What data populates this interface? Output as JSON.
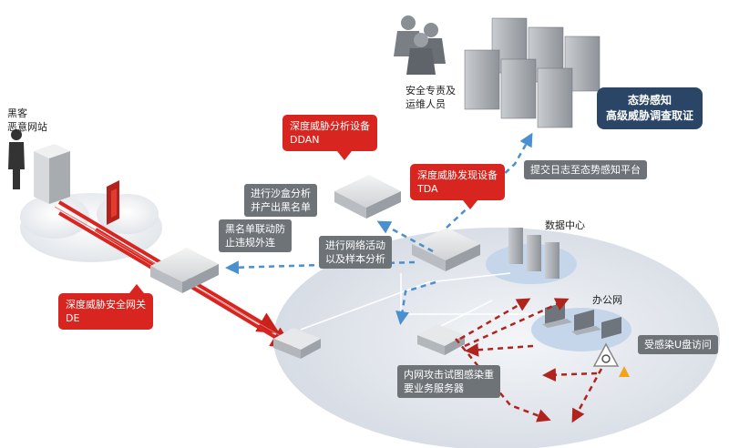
{
  "colors": {
    "red": "#d8251f",
    "navy": "#2a4565",
    "gray": "#6e7378",
    "blue_arrow": "#4a8fd0",
    "dark_red_arrow": "#b0241d"
  },
  "labels": {
    "hacker": [
      "黑客",
      "恶意网站"
    ],
    "experts": [
      "安全专责及",
      "运维人员"
    ],
    "datacenter": "数据中心",
    "office": "办公网"
  },
  "callouts": {
    "ddan": [
      "深度威胁分析设备",
      "DDAN"
    ],
    "tda": [
      "深度威胁发现设备",
      "TDA"
    ],
    "de": [
      "深度威胁安全网关",
      "DE"
    ],
    "situation": [
      "态势感知",
      "高级威胁调查取证"
    ]
  },
  "notes": {
    "sandbox": [
      "进行沙盒分析",
      "并产出黑名单"
    ],
    "blacklist": [
      "黑名单联动防",
      "止违规外连"
    ],
    "network_activity": [
      "进行网络活动",
      "以及样本分析"
    ],
    "submit_log": "提交日志至态势感知平台",
    "intranet_attack": [
      "内网攻击试图感染重",
      "要业务服务器"
    ],
    "usb": "受感染U盘访问"
  }
}
